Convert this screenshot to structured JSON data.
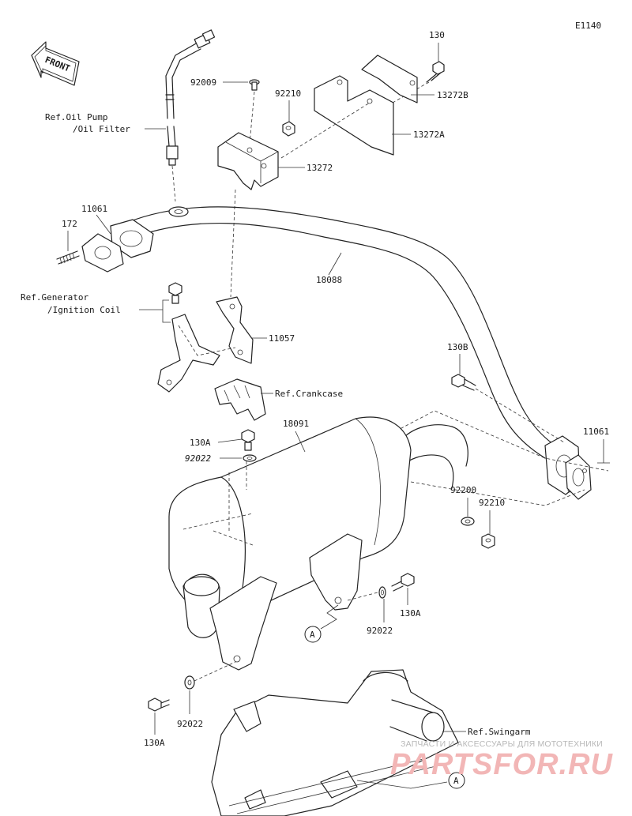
{
  "diagram_code": "E1140",
  "front_label": "FRONT",
  "labels": {
    "p130_top": "130",
    "p13272B": "13272B",
    "p92009": "92009",
    "p92210_top": "92210",
    "p13272A": "13272A",
    "p13272": "13272",
    "ref_oil_1": "Ref.Oil Pump",
    "ref_oil_2": "/Oil Filter",
    "p11061_left": "11061",
    "p172": "172",
    "p18088": "18088",
    "ref_gen_1": "Ref.Generator",
    "ref_gen_2": "/Ignition Coil",
    "p11057": "11057",
    "p130B": "130B",
    "p11061_right": "11061",
    "ref_crankcase": "Ref.Crankcase",
    "p18091": "18091",
    "p130A_top": "130A",
    "p92022_top": "92022",
    "p92200": "92200",
    "p92210_right": "92210",
    "p130A_mid": "130A",
    "p92022_mid": "92022",
    "circle_a_mid": "A",
    "p92022_bottom": "92022",
    "p130A_bottom": "130A",
    "ref_swingarm": "Ref.Swingarm",
    "circle_a_bottom": "A"
  },
  "watermark": {
    "subtitle": "ЗАПЧАСТИ И АКСЕССУАРЫ ДЛЯ МОТОТЕХНИКИ",
    "logo": "PARTSFOR.RU"
  },
  "colors": {
    "line": "#222222",
    "watermark_logo": "#f2b6b6",
    "watermark_text": "#b8b8b8"
  }
}
